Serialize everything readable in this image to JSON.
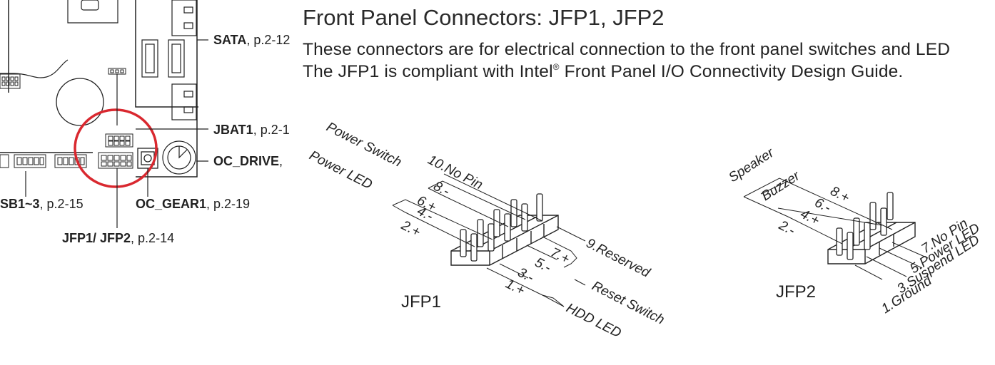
{
  "section": {
    "title": "Front Panel Connectors: JFP1, JFP2",
    "line1": "These connectors are for electrical connection to the front panel switches and LED",
    "line2_before": "The JFP1 is compliant with Intel",
    "line2_sup": "®",
    "line2_after": " Front Panel I/O Connectivity Design Guide."
  },
  "board_callouts": {
    "sata": {
      "name": "SATA",
      "ref": ", p.2-12"
    },
    "jbat1": {
      "name": "JBAT1",
      "ref": ", p.2-1"
    },
    "oc_drive": {
      "name": "OC_DRIVE",
      "ref": ", "
    },
    "usb": {
      "name": "SB1~3",
      "ref": ", p.2-15"
    },
    "oc_gear1": {
      "name": "OC_GEAR1",
      "ref": ", p.2-19"
    },
    "jfp": {
      "name": "JFP1/ JFP2",
      "ref": ", p.2-14"
    }
  },
  "jfp1": {
    "label": "JFP1",
    "groups": {
      "power_switch": "Power Switch",
      "power_led": "Power LED",
      "reserved": "9.Reserved",
      "reset_switch": "Reset Switch",
      "hdd_led": "HDD LED"
    },
    "pins": {
      "p10": "10.No Pin",
      "p8": "8.-",
      "p6": "6.+",
      "p4": "4.-",
      "p2": "2.+",
      "p7": "7.+",
      "p5": "5.-",
      "p3": "3.-",
      "p1": "1.+"
    }
  },
  "jfp2": {
    "label": "JFP2",
    "groups": {
      "speaker": "Speaker",
      "buzzer": "Buzzer"
    },
    "pins": {
      "p8": "8.+",
      "p6": "6.-",
      "p4": "4.+",
      "p2": "2.-",
      "p7": "7.No Pin",
      "p5": "5.Power LED",
      "p3": "3.Suspend LED",
      "p1": "1.Ground"
    }
  },
  "colors": {
    "highlight_circle": "#d9282f",
    "line": "#222222",
    "text": "#222222"
  }
}
